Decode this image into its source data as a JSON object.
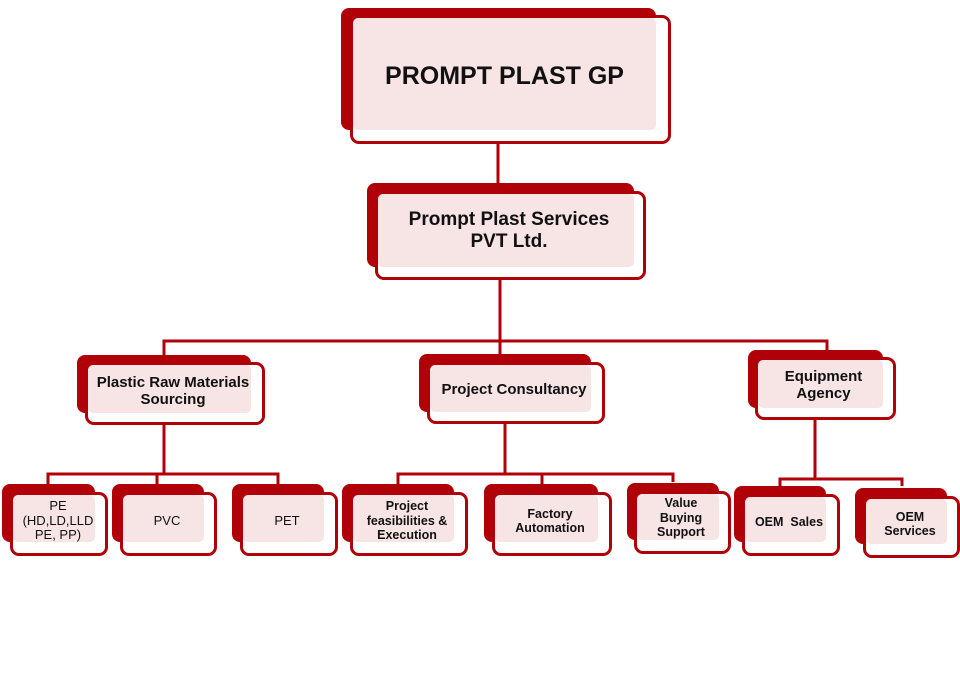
{
  "diagram": {
    "type": "org-chart",
    "colors": {
      "accent": "#b00008",
      "box_fill": "#f7e4e5",
      "connector": "#b00008",
      "text": "#111111"
    },
    "root": {
      "label": "PROMPT PLAST GP"
    },
    "company": {
      "label": "Prompt Plast Services\nPVT Ltd."
    },
    "divisions": [
      {
        "label": "Plastic Raw Materials\nSourcing",
        "children": [
          {
            "label": "PE\n(HD,LD,LLD\nPE, PP)"
          },
          {
            "label": "PVC"
          },
          {
            "label": "PET"
          }
        ]
      },
      {
        "label": "Project Consultancy",
        "children": [
          {
            "label": "Project\nfeasibilities &\nExecution"
          },
          {
            "label": "Factory\nAutomation"
          },
          {
            "label": "Value\nBuying\nSupport"
          }
        ]
      },
      {
        "label": "Equipment\nAgency",
        "children": [
          {
            "label": "OEM  Sales"
          },
          {
            "label": "OEM\nServices"
          }
        ]
      }
    ]
  }
}
